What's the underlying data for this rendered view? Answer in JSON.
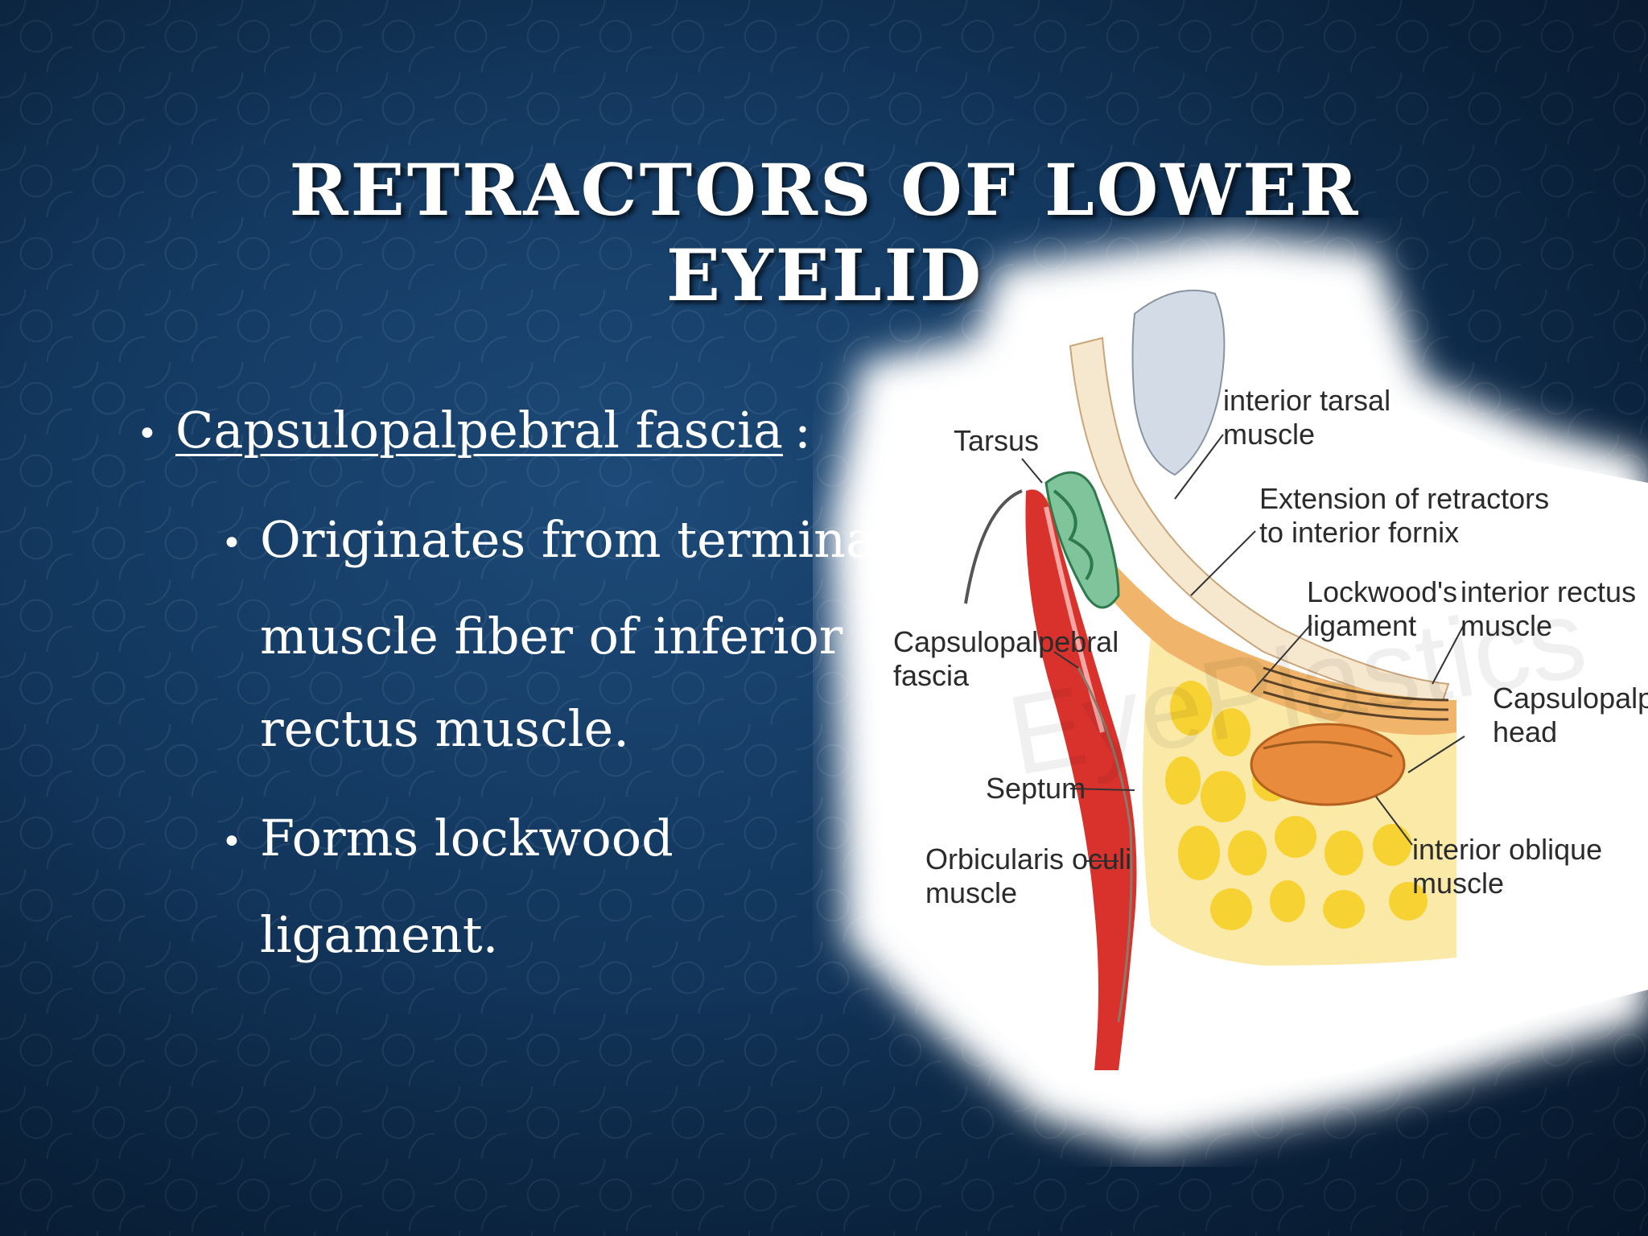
{
  "slide": {
    "title_line1": "RETRACTORS OF LOWER",
    "title_line2": "EYELID",
    "bullet_main": "Capsulopalpebral fascia",
    "bullet_main_suffix": ":",
    "sub_bullets": [
      {
        "lines": [
          "Originates from terminal",
          "muscle fiber of inferior",
          "rectus muscle."
        ]
      },
      {
        "lines": [
          "Forms lockwood",
          "ligament."
        ]
      }
    ]
  },
  "figure": {
    "labels": {
      "tarsus": "Tarsus",
      "inferior_tarsal_1": "interior tarsal",
      "inferior_tarsal_2": "muscle",
      "extension_1": "Extension of retractors",
      "extension_2": "to interior fornix",
      "lockwood_1": "Lockwood's",
      "lockwood_2": "ligament",
      "inferior_rectus_1": "interior rectus",
      "inferior_rectus_2": "muscle",
      "capsulo_fascia_1": "Capsulopalpebral",
      "capsulo_fascia_2": "fascia",
      "capsulo_head_1": "Capsulopalpebral",
      "capsulo_head_2": "head",
      "septum": "Septum",
      "orbicularis_1": "Orbicularis oculi",
      "orbicularis_2": "muscle",
      "inferior_oblique_1": "interior oblique",
      "inferior_oblique_2": "muscle",
      "watermark": "EyePlastics"
    },
    "colors": {
      "orbicularis": "#d9312c",
      "fat": "#f7d233",
      "fat_bg": "#fbe9a8",
      "tarsus": "#7fc49a",
      "fascia": "#f0b56a",
      "globe": "#d3dbe6"
    }
  }
}
